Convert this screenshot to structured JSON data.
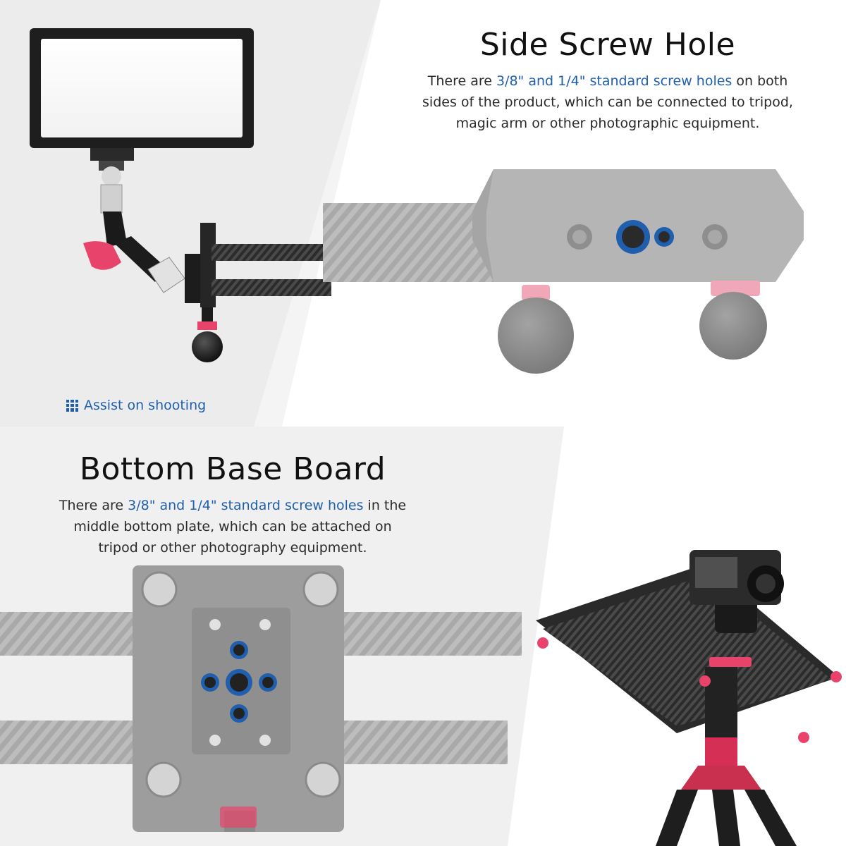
{
  "side_section": {
    "title": "Side Screw Hole",
    "desc_prefix": "There are ",
    "desc_highlight": "3/8\" and 1/4\" standard screw holes",
    "desc_line1_suffix": " on both",
    "desc_line2": "sides of the product, which can be connected to tripod,",
    "desc_line3": "magic arm or other photographic equipment."
  },
  "bottom_section": {
    "title": "Bottom Base Board",
    "desc_prefix": "There are ",
    "desc_highlight": "3/8\" and 1/4\" standard screw holes",
    "desc_line1_suffix": " in the",
    "desc_line2": "middle bottom plate, which can be attached on",
    "desc_line3": "tripod or other photography equipment."
  },
  "assist": {
    "label": "Assist on shooting",
    "icon": "grid-icon"
  },
  "colors": {
    "highlight": "#1f5fae",
    "accent_pink": "#e8436b",
    "metal_grey": "#9b9b9b",
    "panel_white": "#ffffff",
    "panel_grey": "#efefef"
  }
}
